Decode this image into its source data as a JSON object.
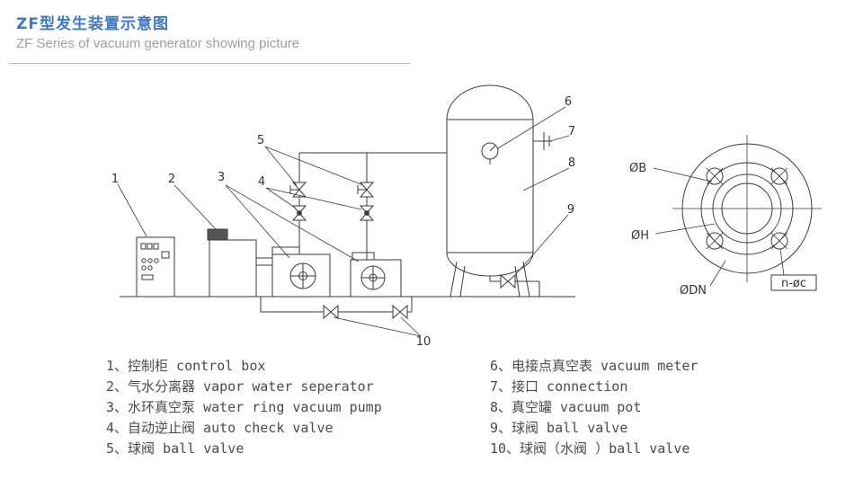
{
  "header": {
    "title": "ZF型发生装置示意图",
    "subtitle": "ZF Series of vacuum generator showing picture"
  },
  "colors": {
    "title_blue": "#4277bd",
    "subtitle_gray": "#9aa0a4",
    "line_dark": "#3a3a3a",
    "legend_text": "#4b4b4b"
  },
  "diagram": {
    "numbers": [
      "1",
      "2",
      "3",
      "4",
      "5",
      "6",
      "7",
      "8",
      "9",
      "10"
    ],
    "flange": {
      "b": "ØB",
      "h": "ØH",
      "dn": "ØDN",
      "nc": "n-øc"
    }
  },
  "legend": {
    "left": [
      "1、控制柜 control box",
      "2、气水分离器 vapor water seperator",
      "3、水环真空泵 water ring vacuum pump",
      "4、自动逆止阀 auto check valve",
      "5、球阀 ball valve"
    ],
    "right": [
      "6、电接点真空表 vacuum meter",
      "7、接口 connection",
      "8、真空罐 vacuum pot",
      "9、球阀 ball valve",
      "10、球阀（水阀 ）ball valve"
    ]
  }
}
